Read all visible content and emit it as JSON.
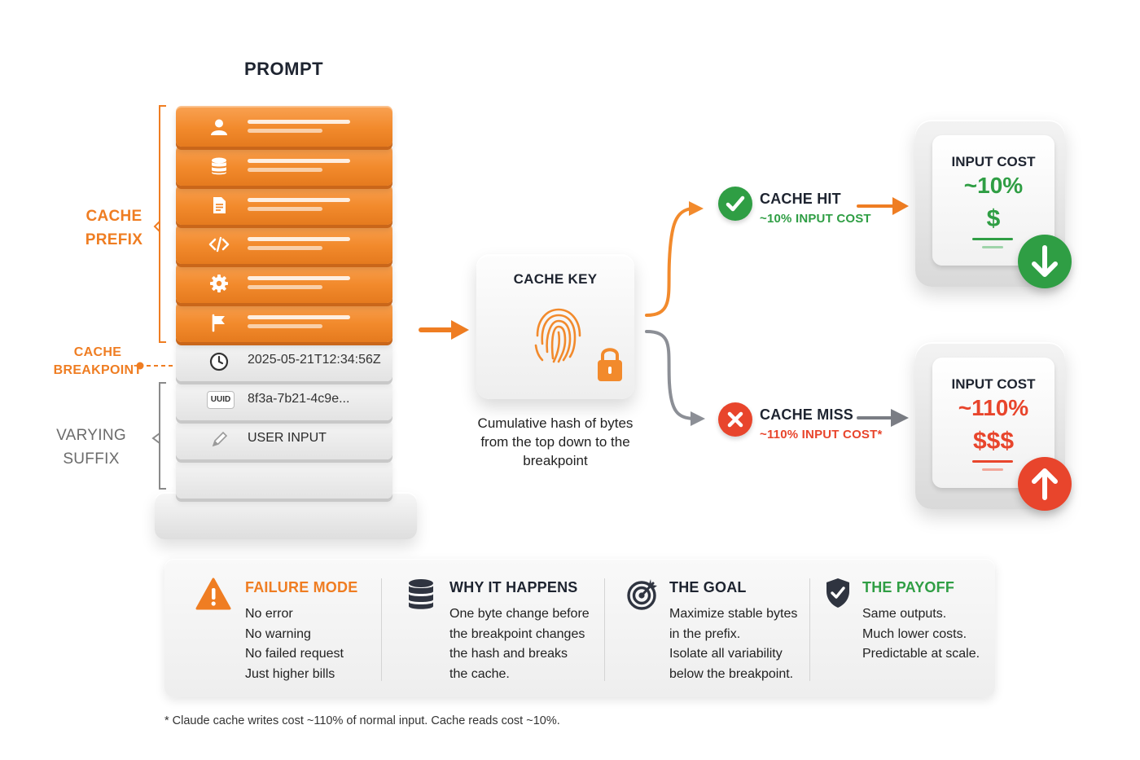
{
  "prompt": {
    "title": "PROMPT",
    "prefix_layers": [
      {
        "icon": "user-icon"
      },
      {
        "icon": "database-icon"
      },
      {
        "icon": "document-icon"
      },
      {
        "icon": "code-icon"
      },
      {
        "icon": "gear-icon"
      },
      {
        "icon": "flag-icon"
      }
    ],
    "suffix_layers": [
      {
        "icon": "clock-icon",
        "text": "2025-05-21T12:34:56Z"
      },
      {
        "icon": "uuid-chip",
        "chip": "UUID",
        "text": "8f3a-7b21-4c9e..."
      },
      {
        "icon": "pencil-icon",
        "text": "USER INPUT"
      }
    ]
  },
  "labels": {
    "cache_prefix": "CACHE PREFIX",
    "cache_breakpoint": "CACHE BREAKPOINT",
    "varying_suffix": "VARYING SUFFIX"
  },
  "cache_key": {
    "title": "CACHE KEY",
    "caption": "Cumulative hash of bytes from the top down to the breakpoint"
  },
  "outcomes": {
    "hit": {
      "title": "CACHE HIT",
      "sub": "~10% INPUT COST",
      "color": "#2f9e44"
    },
    "miss": {
      "title": "CACHE MISS",
      "sub": "~110% INPUT COST*",
      "color": "#e8452c"
    }
  },
  "cost_cards": {
    "hit": {
      "label": "INPUT COST",
      "value": "~10%",
      "dollars": "$",
      "color": "#2f9e44"
    },
    "miss": {
      "label": "INPUT COST",
      "value": "~110%",
      "dollars": "$$$",
      "color": "#e8452c"
    }
  },
  "panel": [
    {
      "icon": "warning-icon",
      "heading": "FAILURE MODE",
      "heading_color": "#ef7d22",
      "lines": [
        "No error",
        "No warning",
        "No failed request",
        "Just higher bills"
      ]
    },
    {
      "icon": "database-icon",
      "heading": "WHY IT HAPPENS",
      "heading_color": "#1e2430",
      "lines": [
        "One byte change before",
        "the breakpoint changes",
        "the hash and breaks",
        "the cache."
      ]
    },
    {
      "icon": "target-icon",
      "heading": "THE GOAL",
      "heading_color": "#1e2430",
      "lines": [
        "Maximize stable bytes",
        "in the prefix.",
        "Isolate all variability",
        "below the breakpoint."
      ]
    },
    {
      "icon": "shield-check-icon",
      "heading": "THE PAYOFF",
      "heading_color": "#2f9e44",
      "lines": [
        "Same outputs.",
        "Much lower costs.",
        "Predictable at scale."
      ]
    }
  ],
  "footnote": "* Claude cache writes cost ~110% of normal input. Cache reads cost ~10%.",
  "colors": {
    "orange": "#ef7d22",
    "green": "#2f9e44",
    "red": "#e8452c",
    "gray": "#6b6b6b"
  }
}
